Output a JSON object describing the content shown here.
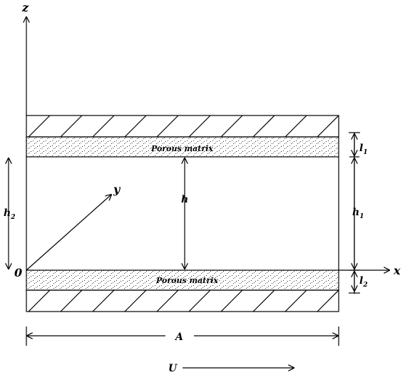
{
  "axes": {
    "z": "z",
    "x": "x",
    "y": "y",
    "origin": "0"
  },
  "layers": {
    "top_label": "Porous matrix",
    "bottom_label": "Porous matrix"
  },
  "dimensions": {
    "h": "h",
    "h1_base": "h",
    "h1_sub": "1",
    "h2_base": "h",
    "h2_sub": "2",
    "l1_base": "l",
    "l1_sub": "1",
    "l2_base": "l",
    "l2_sub": "2",
    "A": "A",
    "U": "U"
  }
}
